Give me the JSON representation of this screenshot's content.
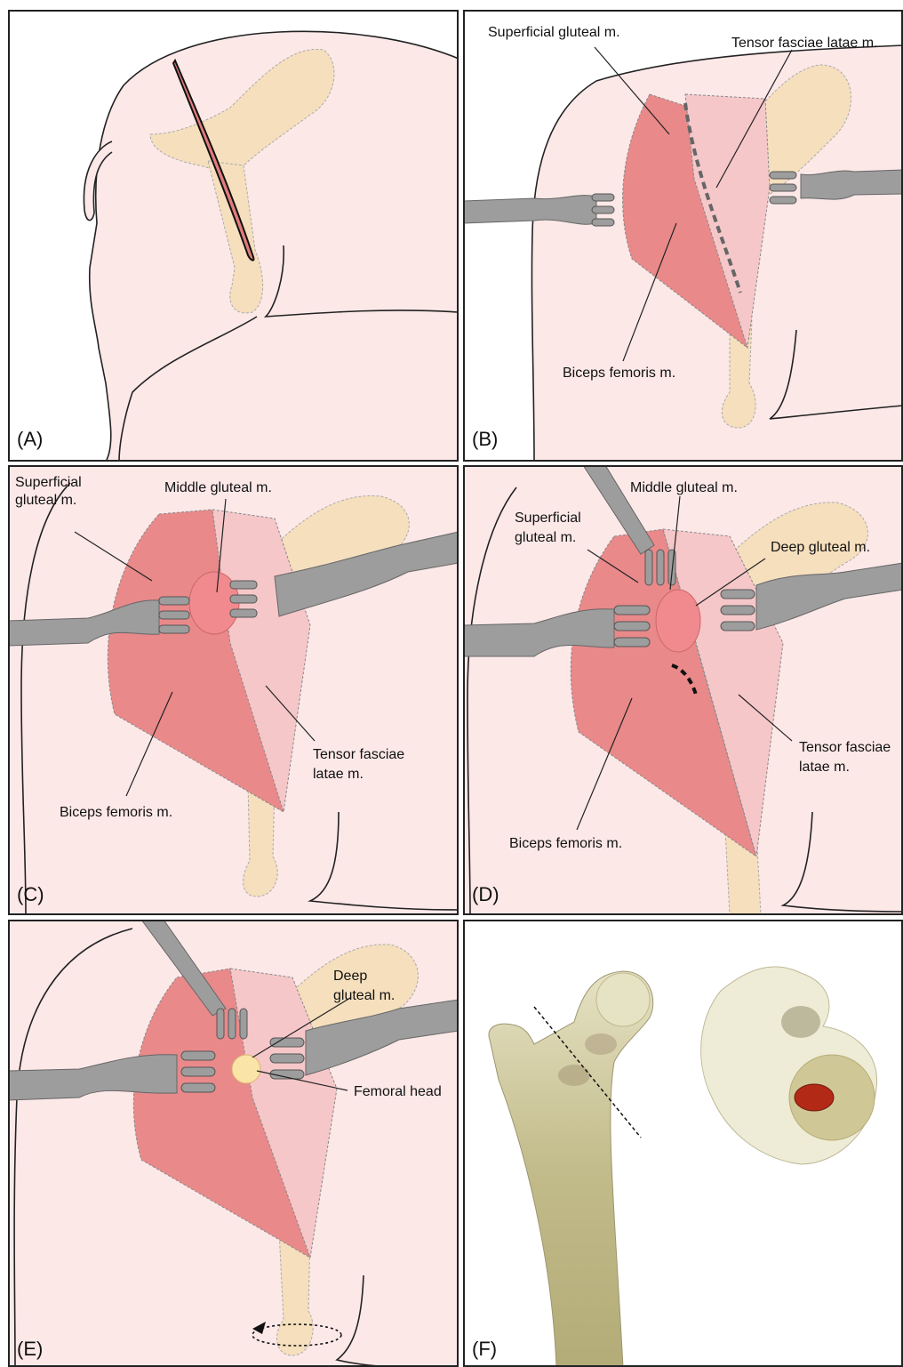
{
  "panels": {
    "A": {
      "label": "(A)"
    },
    "B": {
      "label": "(B)",
      "superficial_gluteal": "Superficial gluteal m.",
      "tensor_fasciae_latae": "Tensor fasciae latae m.",
      "biceps_femoris": "Biceps femoris m."
    },
    "C": {
      "label": "(C)",
      "superficial_gluteal_1": "Superficial",
      "superficial_gluteal_2": "gluteal m.",
      "middle_gluteal": "Middle gluteal m.",
      "tensor_1": "Tensor fasciae",
      "tensor_2": "latae m.",
      "biceps_femoris": "Biceps femoris m."
    },
    "D": {
      "label": "(D)",
      "middle_gluteal": "Middle gluteal m.",
      "superficial_gluteal_1": "Superficial",
      "superficial_gluteal_2": "gluteal m.",
      "deep_gluteal": "Deep gluteal m.",
      "tensor_1": "Tensor fasciae",
      "tensor_2": "latae m.",
      "biceps_femoris": "Biceps femoris m."
    },
    "E": {
      "label": "(E)",
      "deep_gluteal_1": "Deep",
      "deep_gluteal_2": "gluteal m.",
      "femoral_head": "Femoral head"
    },
    "F": {
      "label": "(F)"
    }
  },
  "colors": {
    "skin": "#fde8e8",
    "bone": "#f5dfbd",
    "muscle": "#e9898a",
    "muscle_light": "#f6c7c9",
    "retractor": "#9d9d9d",
    "femur": "#c2bb8a",
    "lesion": "#b22a16"
  }
}
